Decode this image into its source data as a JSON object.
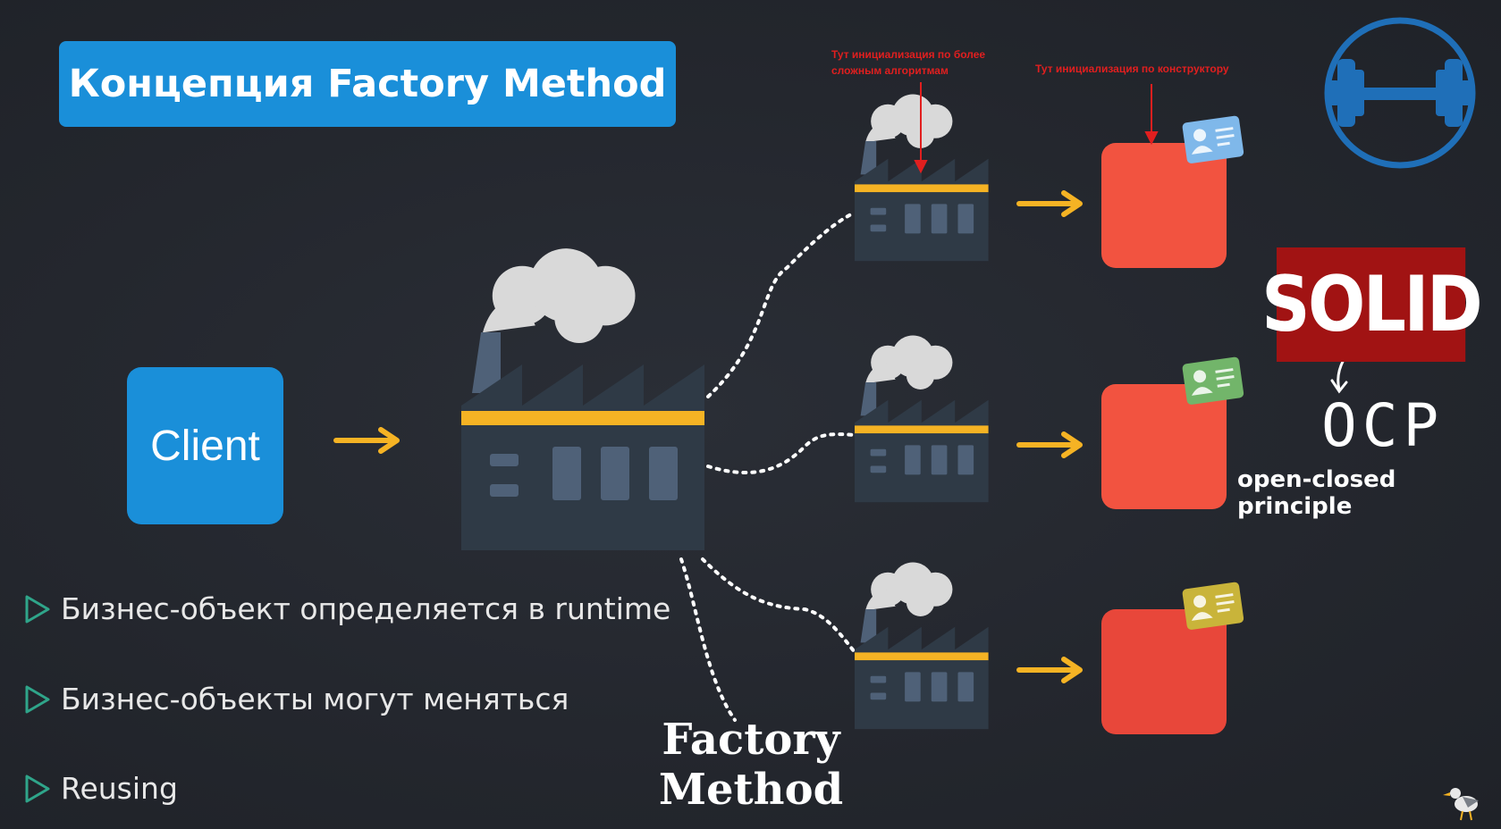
{
  "title": "Концепция Factory Method",
  "client_label": "Client",
  "bullets": [
    "Бизнес-объект определяется в runtime",
    "Бизнес-объекты могут меняться",
    "Reusing"
  ],
  "notes": {
    "complex_init": "Тут инициализация по более сложным алгоритмам",
    "constructor_init": "Тут инициализация по конструктору"
  },
  "solid_label": "SOLID",
  "ocp_label": "OCP",
  "ocp_full": "open-closed principle",
  "factory_method_label": [
    "Factory",
    "Method"
  ],
  "icons": [
    "dumbbell-icon",
    "factory-icon",
    "id-card-icon",
    "arrow-icon",
    "seagull-icon"
  ],
  "colors": {
    "background": "#24272e",
    "accent_blue": "#1a8fd9",
    "product_red": "#f25340",
    "arrow_yellow": "#f5b324",
    "factory_dark": "#2f3a46",
    "solid_red": "#a11313",
    "note_red": "#e11f1f"
  }
}
